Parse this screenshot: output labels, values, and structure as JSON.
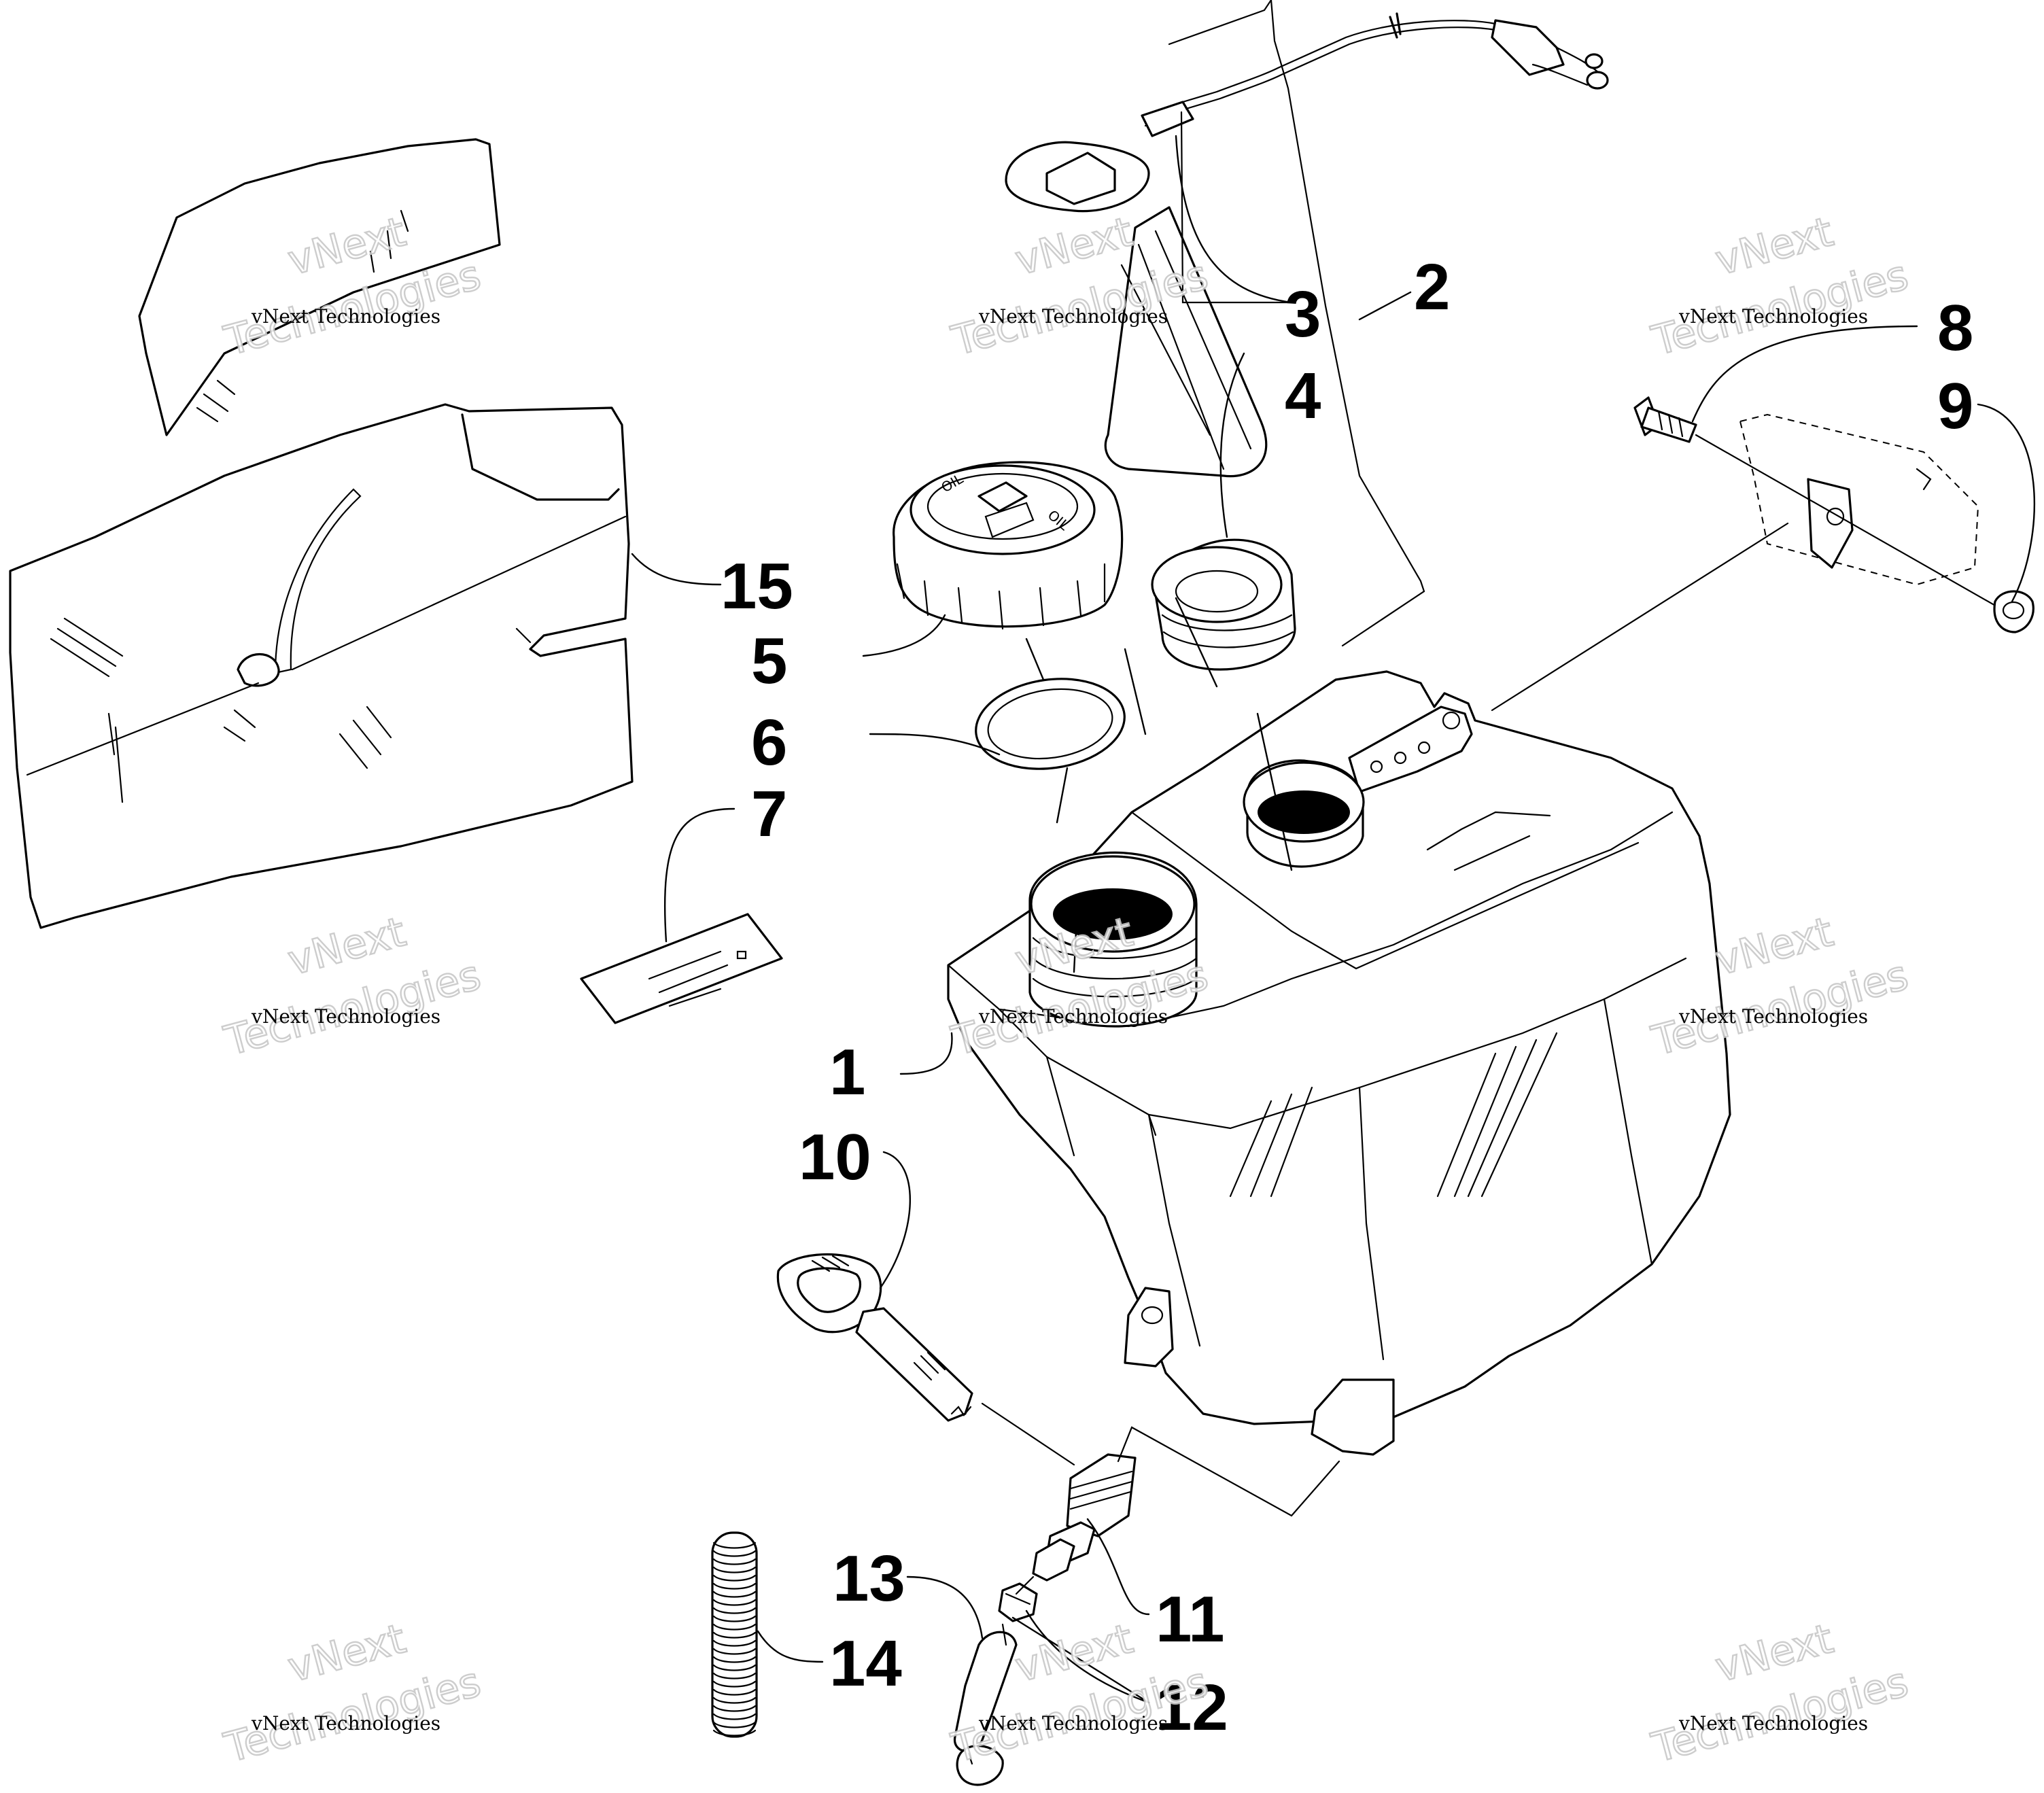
{
  "callouts": [
    {
      "label": "1"
    },
    {
      "label": "2"
    },
    {
      "label": "3"
    },
    {
      "label": "4"
    },
    {
      "label": "5"
    },
    {
      "label": "6"
    },
    {
      "label": "7"
    },
    {
      "label": "8"
    },
    {
      "label": "9"
    },
    {
      "label": "10"
    },
    {
      "label": "11"
    },
    {
      "label": "12"
    },
    {
      "label": "13"
    },
    {
      "label": "14"
    },
    {
      "label": "15"
    }
  ],
  "watermark": {
    "line1": "vNext",
    "line2": "vNext Technologies",
    "line3": "Technologies"
  },
  "cap_text": "OIL",
  "colors": {
    "line": "#000000",
    "background": "#ffffff",
    "watermark_outline": "#c8c8c8"
  }
}
